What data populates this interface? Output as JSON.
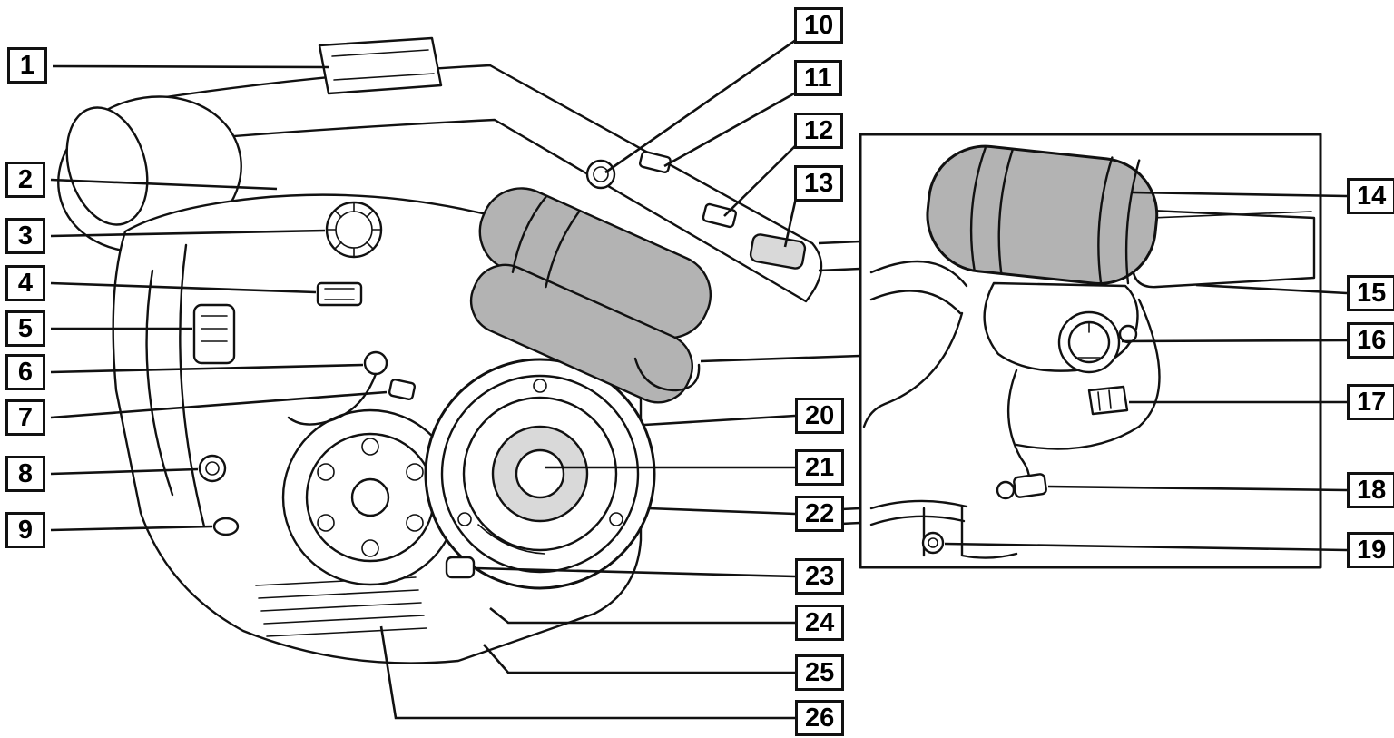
{
  "diagram": {
    "background": "#ffffff",
    "line_color": "#111111",
    "mic_fill": "#b3b3b3",
    "accent_fill": "#d9d9d9"
  },
  "callouts": [
    {
      "label": "1"
    },
    {
      "label": "2"
    },
    {
      "label": "3"
    },
    {
      "label": "4"
    },
    {
      "label": "5"
    },
    {
      "label": "6"
    },
    {
      "label": "7"
    },
    {
      "label": "8"
    },
    {
      "label": "9"
    },
    {
      "label": "10"
    },
    {
      "label": "11"
    },
    {
      "label": "12"
    },
    {
      "label": "13"
    },
    {
      "label": "14"
    },
    {
      "label": "15"
    },
    {
      "label": "16"
    },
    {
      "label": "17"
    },
    {
      "label": "18"
    },
    {
      "label": "19"
    },
    {
      "label": "20"
    },
    {
      "label": "21"
    },
    {
      "label": "22"
    },
    {
      "label": "23"
    },
    {
      "label": "24"
    },
    {
      "label": "25"
    },
    {
      "label": "26"
    }
  ]
}
